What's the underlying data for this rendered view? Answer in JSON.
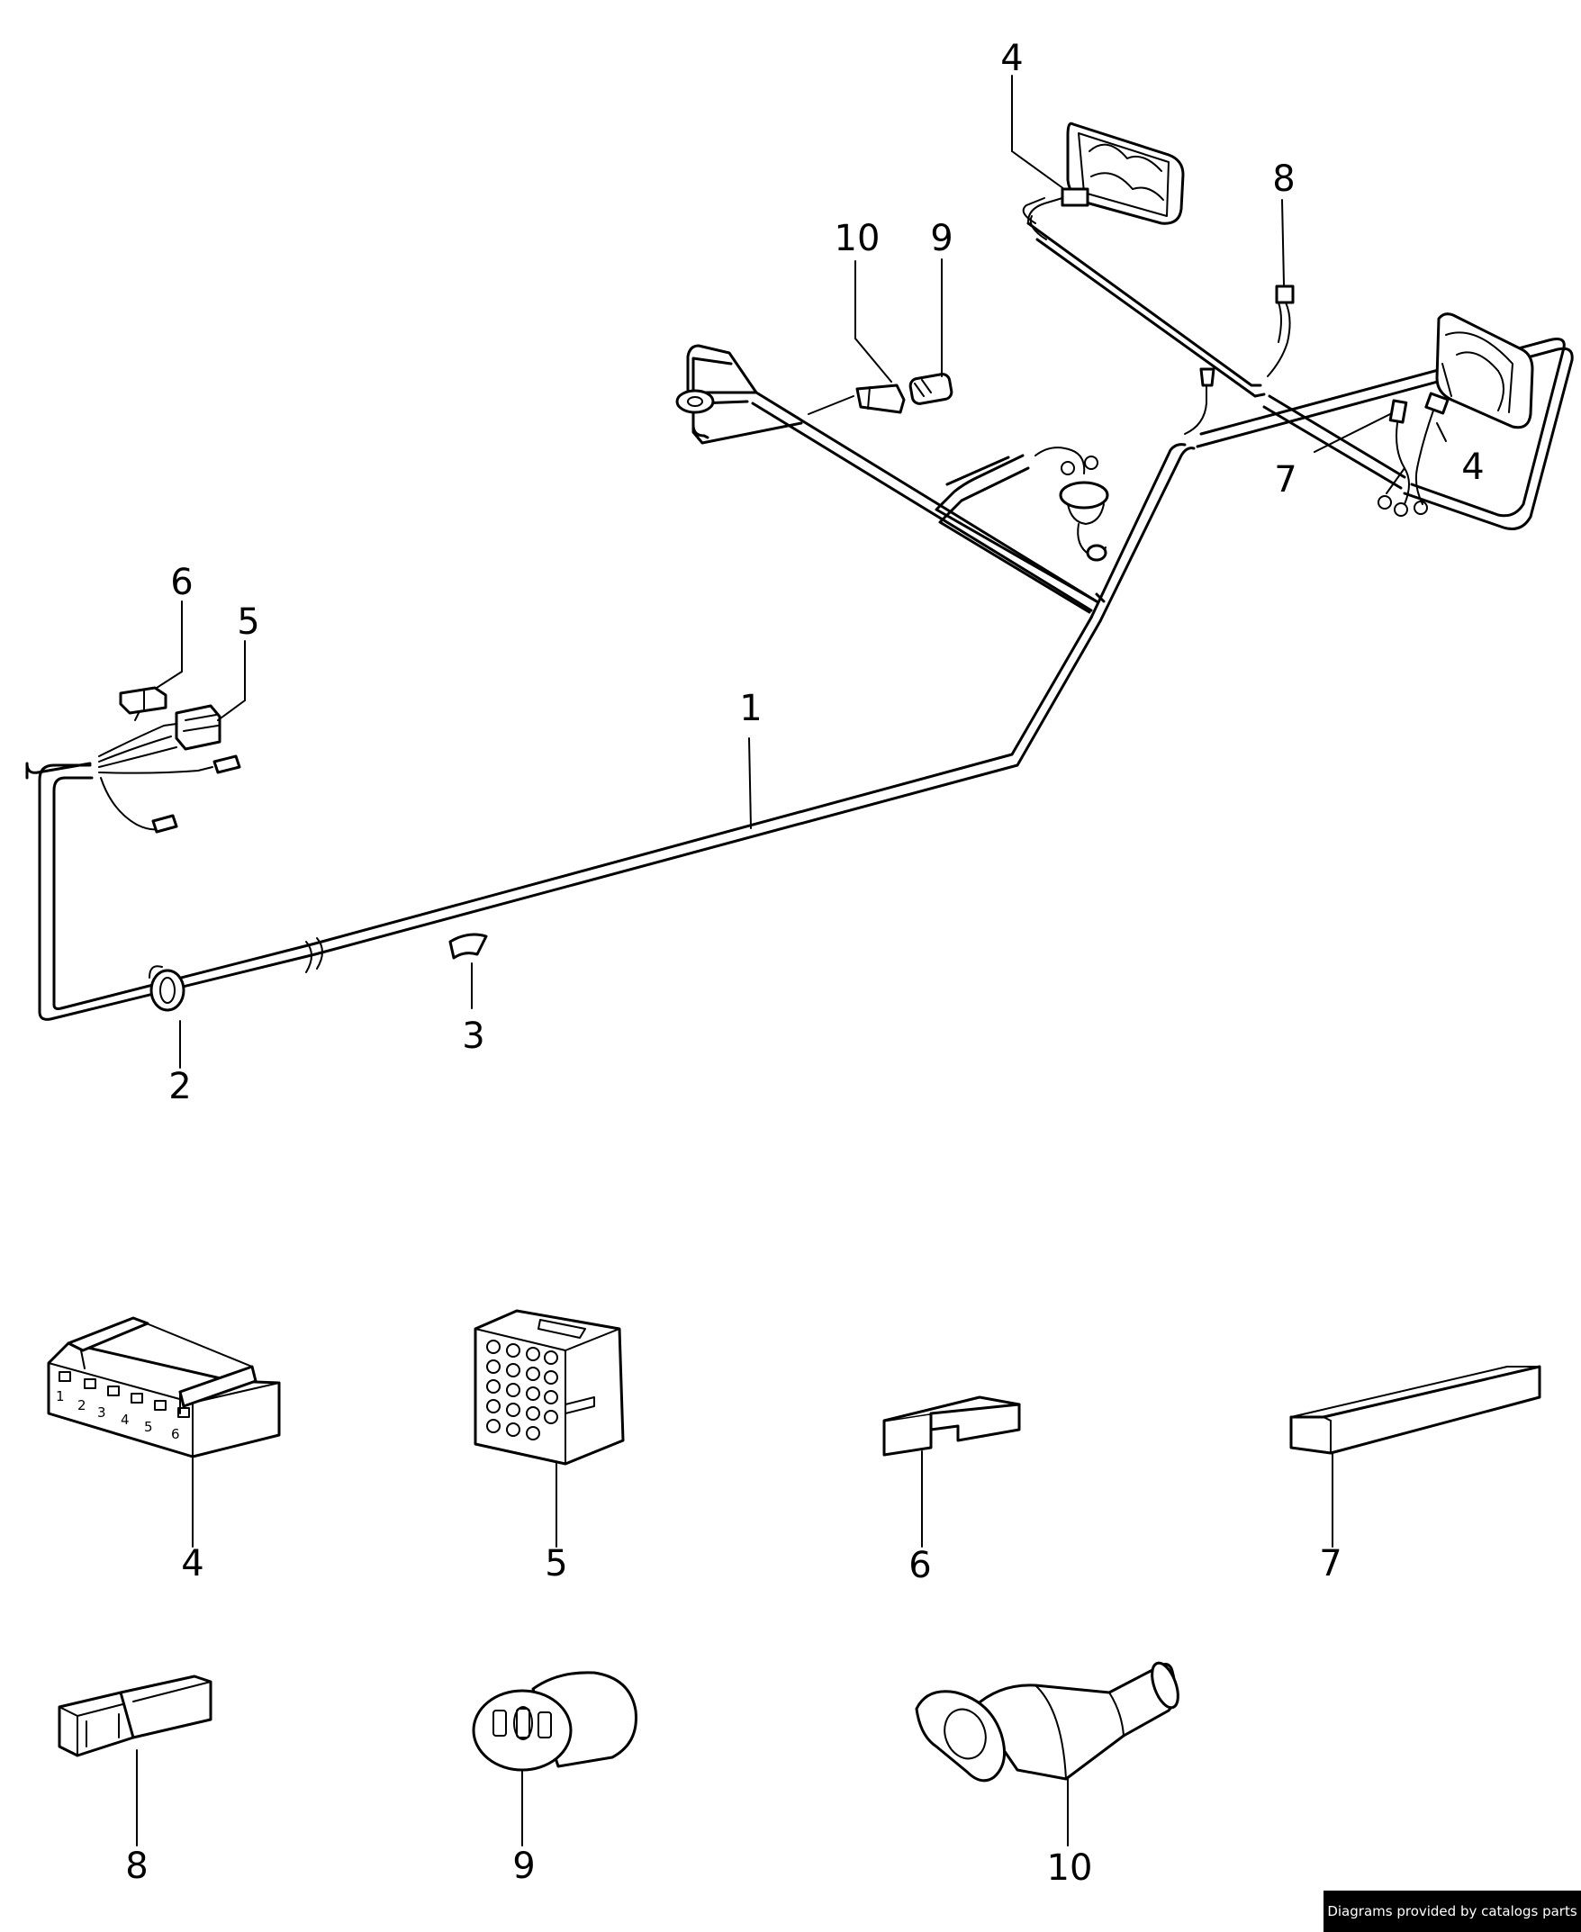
{
  "callouts": {
    "top": [
      "1",
      "2",
      "3",
      "4",
      "4",
      "5",
      "6",
      "7",
      "8",
      "9",
      "10"
    ],
    "parts": [
      "4",
      "5",
      "6",
      "7",
      "8",
      "9",
      "10"
    ]
  },
  "connector_pins": [
    "1",
    "2",
    "3",
    "4",
    "5",
    "6"
  ],
  "credit": "Diagrams provided by catalogs parts"
}
